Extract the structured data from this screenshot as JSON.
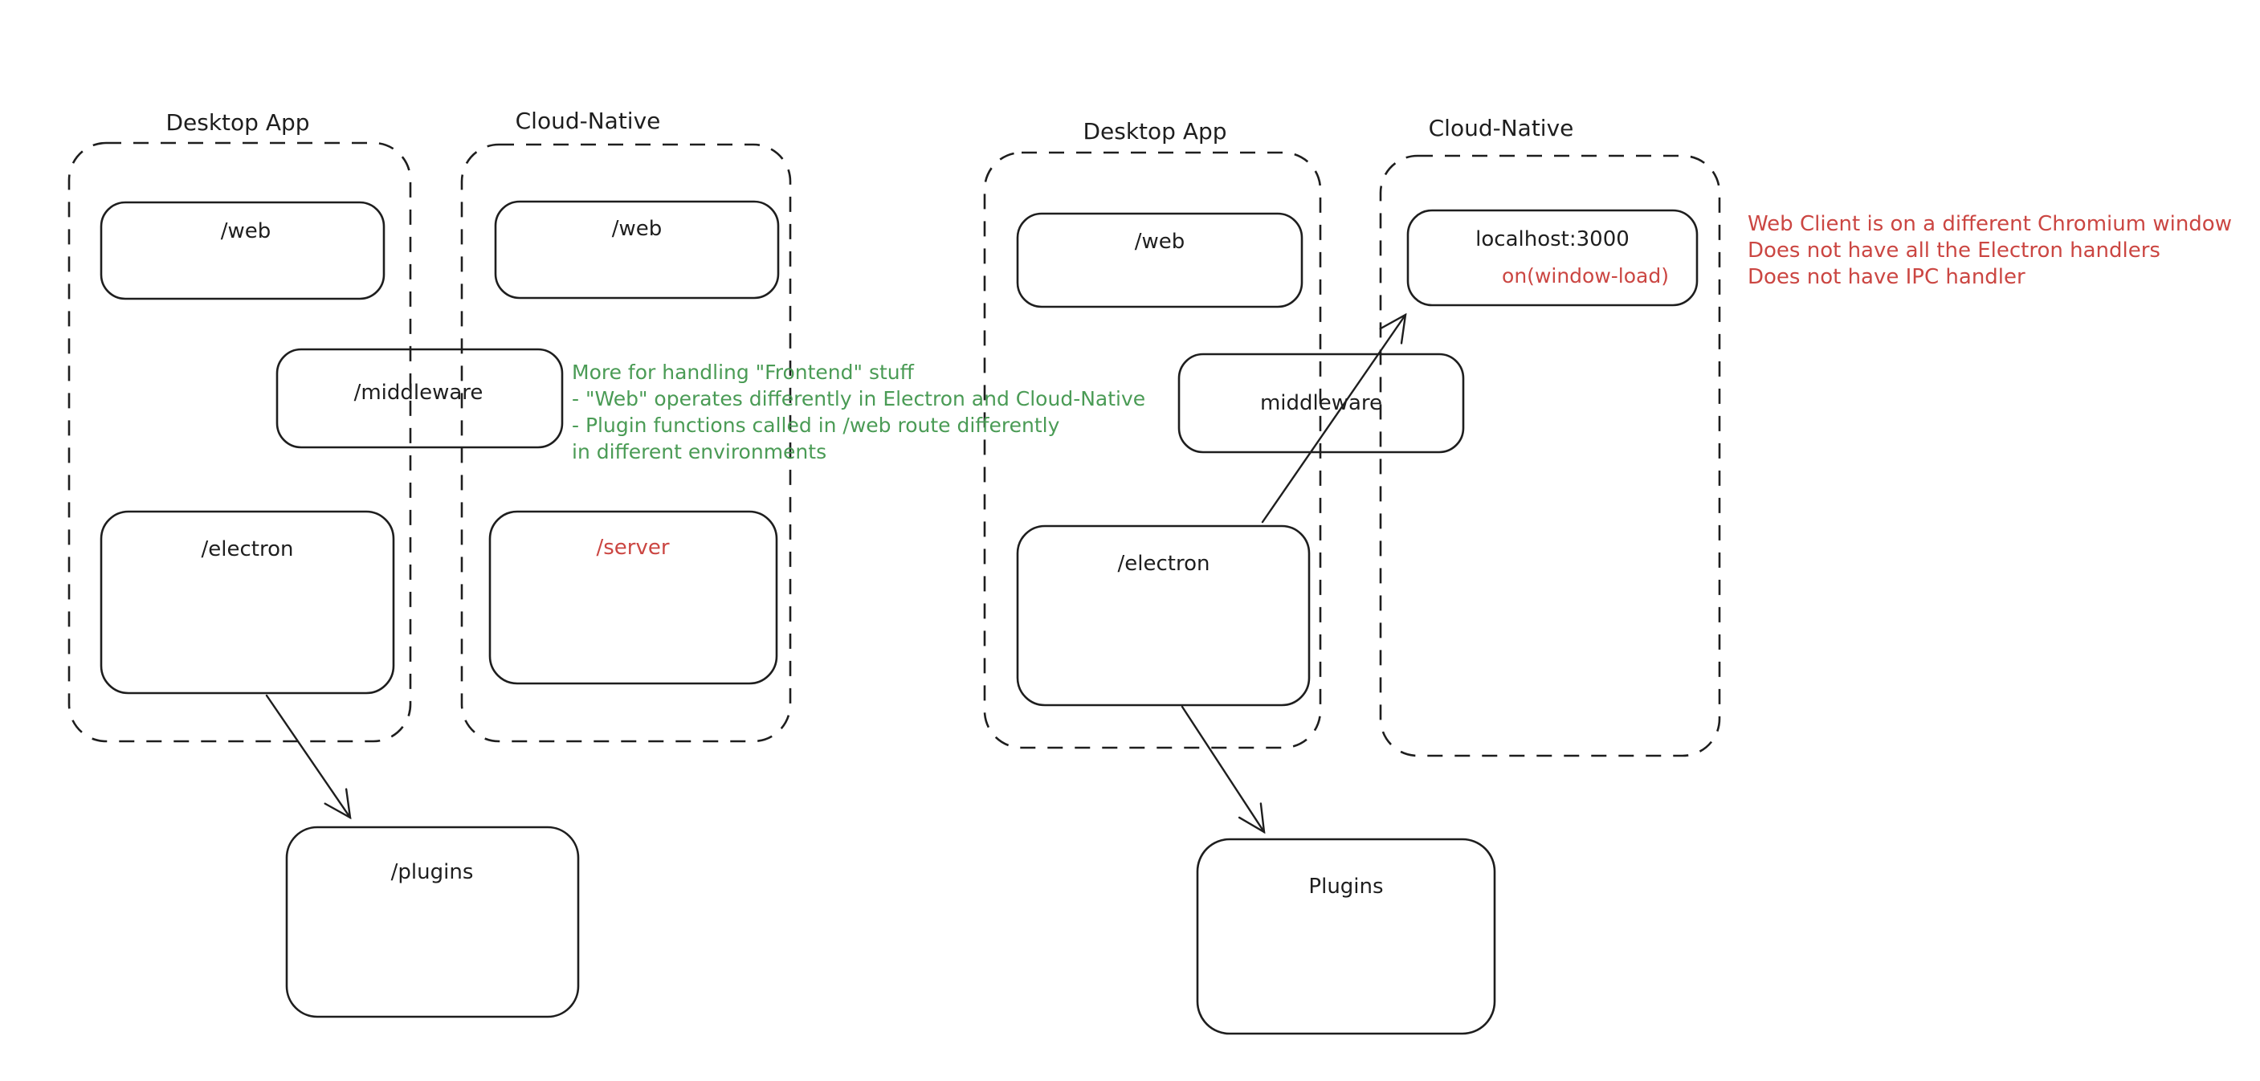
{
  "colors": {
    "background": "#ffffff",
    "stroke": "#1e1e1e",
    "red": "#cb4642",
    "green": "#4a9b55"
  },
  "left": {
    "title_desktop": "Desktop App",
    "title_cloud": "Cloud-Native",
    "nodes": {
      "web_desktop": "/web",
      "web_cloud": "/web",
      "middleware": "/middleware",
      "electron": "/electron",
      "server": "/server",
      "plugins": "/plugins"
    }
  },
  "right": {
    "title_desktop": "Desktop App",
    "title_cloud": "Cloud-Native",
    "nodes": {
      "web": "/web",
      "localhost": "localhost:3000",
      "window_load": "on(window-load)",
      "middleware": "middleware",
      "electron": "/electron",
      "plugins": "Plugins"
    }
  },
  "green_note": {
    "lines": [
      "More for handling \"Frontend\" stuff",
      "- \"Web\" operates differently in Electron and Cloud-Native",
      "- Plugin functions called in /web route differently",
      "in different environments"
    ]
  },
  "red_note": {
    "lines": [
      "Web Client is on a different Chromium window",
      "Does not have all the Electron handlers",
      "Does not have IPC handler"
    ]
  }
}
